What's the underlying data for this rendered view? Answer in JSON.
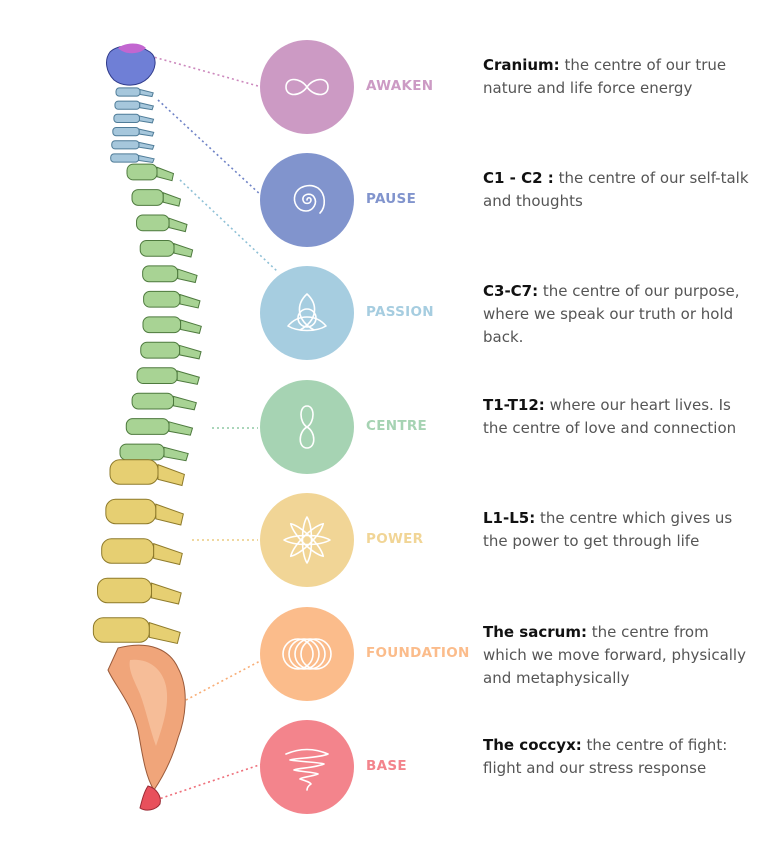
{
  "chakras": [
    {
      "label": "AWAKEN",
      "color": "#cc9ac4",
      "icon": "infinity-icon",
      "term": "Cranium:",
      "text": "the centre of our true nature and life force energy"
    },
    {
      "label": "PAUSE",
      "color": "#8194cd",
      "icon": "spiral-icon",
      "term": "C1 - C2 :",
      "text": "the centre of our self-talk and thoughts"
    },
    {
      "label": "PASSION",
      "color": "#a6cde0",
      "icon": "triquetra-icon",
      "term": "C3-C7:",
      "text": "the centre of our purpose, where we speak our truth or hold back."
    },
    {
      "label": "CENTRE",
      "color": "#a6d3b3",
      "icon": "figure-eight-icon",
      "term": "T1-T12:",
      "text": "where our heart lives. Is the centre of love and connection"
    },
    {
      "label": "POWER",
      "color": "#f1d596",
      "icon": "flower-icon",
      "term": "L1-L5:",
      "text": "the centre which gives us the power to get through life"
    },
    {
      "label": "FOUNDATION",
      "color": "#fbbc8b",
      "icon": "rings-icon",
      "term": "The sacrum:",
      "text": "the centre from which we move forward, physically and metaphysically"
    },
    {
      "label": "BASE",
      "color": "#f3848c",
      "icon": "vortex-icon",
      "term": "The coccyx:",
      "text": "the centre of fight: flight and our stress response"
    }
  ]
}
